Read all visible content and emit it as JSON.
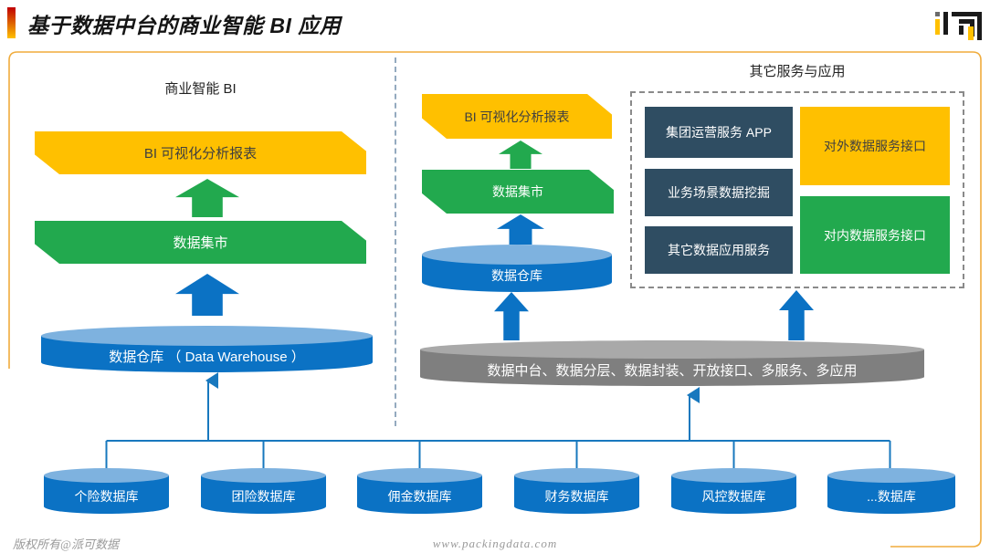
{
  "title": "基于数据中台的商业智能 BI 应用",
  "icons": {
    "logo": "paike-data-logo-mark"
  },
  "bi_panel": {
    "heading": "商业智能 BI",
    "report_layer": "BI 可视化分析报表",
    "mart_layer": "数据集市",
    "warehouse_layer": "数据仓库 （ Data Warehouse ）"
  },
  "platform_panel": {
    "report_layer": "BI 可视化分析报表",
    "mart_layer": "数据集市",
    "warehouse_layer": "数据仓库",
    "middle_platform": "数据中台、数据分层、数据封装、开放接口、多服务、多应用"
  },
  "services_panel": {
    "heading": "其它服务与应用",
    "apps": [
      "集团运营服务 APP",
      "业务场景数据挖掘",
      "其它数据应用服务"
    ],
    "external_interface": "对外数据服务接口",
    "internal_interface": "对内数据服务接口"
  },
  "databases": [
    "个险数据库",
    "团险数据库",
    "佣金数据库",
    "财务数据库",
    "风控数据库",
    "...数据库"
  ],
  "footer": {
    "copyright": "版权所有@派可数据",
    "website": "www.packingdata.com"
  },
  "colors": {
    "accent_yellow": "#ffc000",
    "green": "#22a94e",
    "blue": "#0b72c4",
    "blue_light": "#7eb2df",
    "navy_box": "#2f4d62",
    "gray_cylinder": "#7f7f7f",
    "gray_cylinder_top": "#a9a9a9",
    "frame_orange": "#f0ac3c",
    "connector_blue": "#1878be",
    "title_accent_red": "#c00000"
  }
}
